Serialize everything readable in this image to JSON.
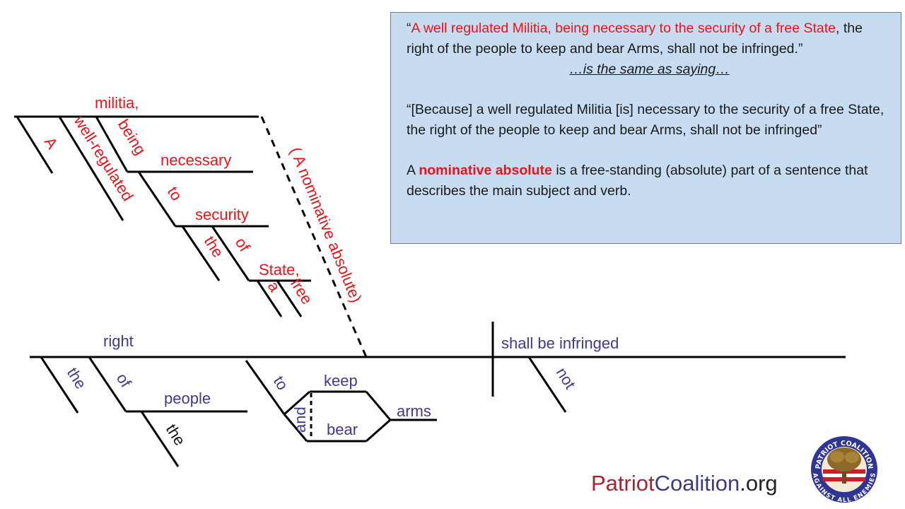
{
  "quote": {
    "open": "“",
    "red": "A well regulated Militia, being necessary to the security of a free State",
    "rest": ", the right of the people to keep and bear Arms, shall not be infringed.”"
  },
  "same_as": "…is the same as saying…",
  "restated": "“[Because] a well regulated Militia [is] necessary to the security of a free State, the right of the people to keep and bear Arms, shall not be infringed”",
  "definition": {
    "pre": "A ",
    "term": "nominative absolute",
    "post": " is a free-standing (absolute) part of a sentence that describes the main subject and verb."
  },
  "diagram": {
    "militia": "militia,",
    "a": "A",
    "well_regulated": "well-regulated",
    "being": "being",
    "necessary": "necessary",
    "to": "to",
    "security": "security",
    "the": "the",
    "of": "of",
    "state": "State,",
    "a2": "a",
    "free": "free",
    "nominative_note": "( A nominative absolute)",
    "right": "right",
    "the_right": "the",
    "of_people": "of",
    "people": "people",
    "the_people": "the",
    "to_keep": "to",
    "keep": "keep",
    "and": "and",
    "bear": "bear",
    "arms": "arms",
    "verb": "shall be infringed",
    "not": "not"
  },
  "footer": {
    "part1": "Patriot",
    "part2": "Coalition",
    "part3": ".org"
  },
  "logo": {
    "top_text": "PATRIOT COALITION",
    "bottom_text": "AGAINST ALL ENEMIES"
  },
  "colors": {
    "red": "#e8141b",
    "blue": "#3f3a8f",
    "box_bg": "#c7dcf0"
  }
}
